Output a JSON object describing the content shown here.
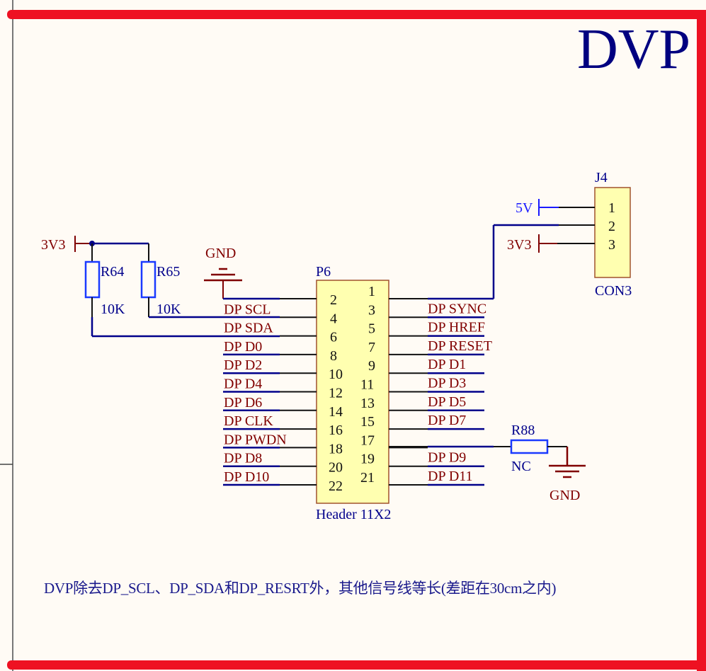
{
  "sheet": {
    "title": "DVP",
    "note": "DVP除去DP_SCL、DP_SDA和DP_RESRT外，其他信号线等长(差距在30cm之内)",
    "colors": {
      "border": "#ee1122",
      "wire": "#00008b",
      "net_label": "#800000",
      "component_fill": "#ffffb0",
      "component_outline": "#a0522d",
      "designator": "#00008b",
      "power_5v": "#1a1aff",
      "power_3v3": "#800000",
      "background": "#fffbf5"
    }
  },
  "components": {
    "p6": {
      "designator": "P6",
      "value": "Header 11X2",
      "left_pins": [
        "2",
        "4",
        "6",
        "8",
        "10",
        "12",
        "14",
        "16",
        "18",
        "20",
        "22"
      ],
      "right_pins": [
        "1",
        "3",
        "5",
        "7",
        "9",
        "11",
        "13",
        "15",
        "17",
        "19",
        "21"
      ]
    },
    "j4": {
      "designator": "J4",
      "value": "CON3",
      "pins": [
        "1",
        "2",
        "3"
      ]
    },
    "r64": {
      "designator": "R64",
      "value": "10K"
    },
    "r65": {
      "designator": "R65",
      "value": "10K"
    },
    "r88": {
      "designator": "R88",
      "value": "NC"
    }
  },
  "power": {
    "v3v3_left": "3V3",
    "v3v3_j4": "3V3",
    "v5_j4": "5V",
    "gnd_top": "GND",
    "gnd_r88": "GND"
  },
  "nets": {
    "left": [
      "DP SCL",
      "DP SDA",
      "DP D0",
      "DP D2",
      "DP D4",
      "DP D6",
      "DP CLK",
      "DP PWDN",
      "DP D8",
      "DP D10"
    ],
    "right": [
      "DP SYNC",
      "DP HREF",
      "DP RESET",
      "DP D1",
      "DP D3",
      "DP D5",
      "DP D7",
      "DP D9",
      "DP D11"
    ]
  }
}
